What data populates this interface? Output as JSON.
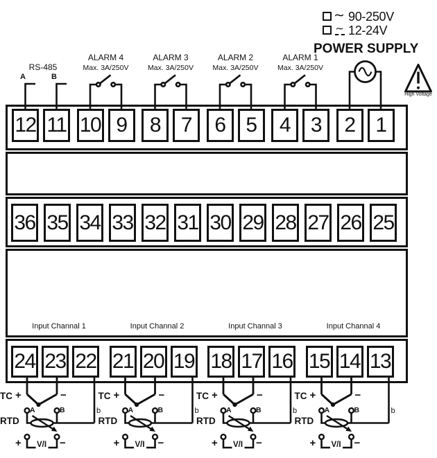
{
  "power_supply": {
    "title": "POWER SUPPLY",
    "options": [
      {
        "symbol": "∼",
        "label": "90-250V"
      },
      {
        "symbol": "∼",
        "label": "12-24V"
      }
    ]
  },
  "rs485": {
    "label": "RS-485",
    "pin_a": "A",
    "pin_b": "B"
  },
  "alarms": [
    {
      "name": "ALARM 4",
      "rating": "Max. 3A/250V"
    },
    {
      "name": "ALARM 3",
      "rating": "Max. 3A/250V"
    },
    {
      "name": "ALARM 2",
      "rating": "Max. 3A/250V"
    },
    {
      "name": "ALARM 1",
      "rating": "Max. 3A/250V"
    }
  ],
  "warning": {
    "label": "High Voltage"
  },
  "terminals": {
    "row1": [
      "12",
      "11",
      "10",
      "9",
      "8",
      "7",
      "6",
      "5",
      "4",
      "3",
      "2",
      "1"
    ],
    "row2": [
      "36",
      "35",
      "34",
      "33",
      "32",
      "31",
      "30",
      "29",
      "28",
      "27",
      "26",
      "25"
    ],
    "row3": [
      "24",
      "23",
      "22",
      "21",
      "20",
      "19",
      "18",
      "17",
      "16",
      "15",
      "14",
      "13"
    ]
  },
  "channels": [
    {
      "label": "Input Channal 1"
    },
    {
      "label": "Input Channal 2"
    },
    {
      "label": "Input Channal 3"
    },
    {
      "label": "Input Channal 4"
    }
  ],
  "sensor": {
    "tc": "TC",
    "plus": "+",
    "minus": "−",
    "rtd": "RTD",
    "lead_a": "A",
    "lead_b": "B",
    "lead_b_small": "b",
    "vi": "V/I"
  },
  "colors": {
    "line": "#111111",
    "background": "#ffffff"
  }
}
